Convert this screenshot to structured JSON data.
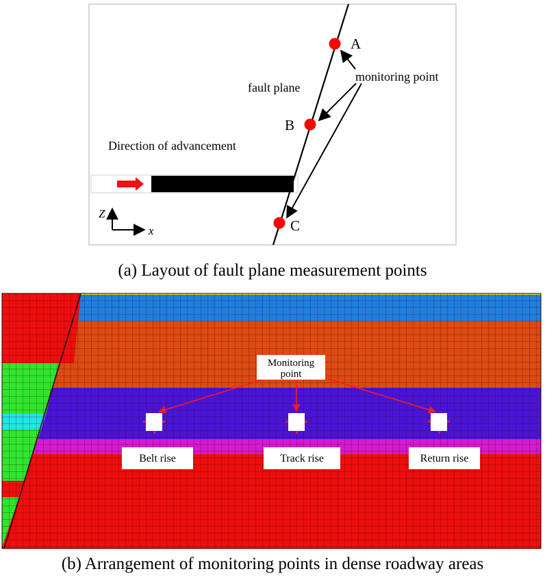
{
  "figure_a": {
    "caption": "(a) Layout of fault plane measurement points",
    "fault_label": "fault plane",
    "monitoring_label": "monitoring point",
    "direction_label": "Direction of advancement",
    "points": [
      "A",
      "B",
      "C"
    ],
    "axis_z": "Z",
    "axis_x": "x",
    "colors": {
      "point": "#ff0000",
      "arrow": "#ee1111",
      "roadway": "#000000"
    }
  },
  "figure_b": {
    "caption": "(b) Arrangement of monitoring points in dense roadway areas",
    "monitoring_label_line1": "Monitoring",
    "monitoring_label_line2": "point",
    "roadways": [
      "Belt rise",
      "Track rise",
      "Return rise"
    ],
    "colors": {
      "blue": "#1e7fe0",
      "orange": "#dd4a12",
      "purple": "#4a14d8",
      "magenta": "#d818d0",
      "red": "#ee0e0e",
      "green": "#2ee62e",
      "cyan": "#1ee6e6",
      "yellow": "#e8e800",
      "mesh": "#3a0808",
      "arrow": "#ff1a1a"
    }
  }
}
